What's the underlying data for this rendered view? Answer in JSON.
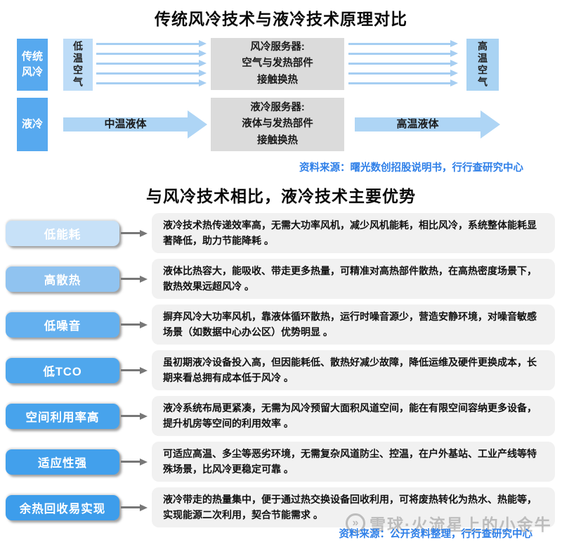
{
  "titles": {
    "principle": "传统风冷技术与液冷技术原理对比",
    "advantages": "与风冷技术相比，液冷技术主要优势"
  },
  "diagram": {
    "air": {
      "label": "传统风冷",
      "input": "低温空气",
      "server": "风冷服务器:\n空气与发热部件\n接触换热",
      "output": "高温空气"
    },
    "liquid": {
      "label": "液冷",
      "input_arrow": "中温液体",
      "server": "液冷服务器:\n液体与发热部件\n接触换热",
      "output_arrow": "高温液体"
    }
  },
  "sources": {
    "top": "资料来源：曙光数创招股说明书，行行查研究中心",
    "bottom": "资料来源：公开资料整理，行行查研究中心"
  },
  "advantages": [
    {
      "label": "低能耗",
      "color": "#C7E1F8",
      "text": "液冷技术热传递效率高，无需大功率风机，减少风机能耗，相比风冷，系统整体能耗显著降低，助力节能降耗 。"
    },
    {
      "label": "高散热",
      "color": "#90C3F0",
      "text": "液体比热容大，能吸收、带走更多热量，可精准对高热部件散热，在高热密度场景下，散热效果远超风冷 。"
    },
    {
      "label": "低噪音",
      "color": "#64B0EF",
      "text": "摒弃风冷大功率风机，靠液体循环散热，运行时噪音源少，营造安静环境，对噪音敏感场景（如数据中心办公区）优势明显 。"
    },
    {
      "label": "低TCO",
      "color": "#4FA7ED",
      "text": "虽初期液冷设备投入高，但因能耗低、散热好减少故障，降低运维及硬件更换成本，长期来看总拥有成本低于风冷 。"
    },
    {
      "label": "空间利用率高",
      "color": "#47A3EC",
      "text": "液冷系统布局更紧凑，无需为风冷预留大面积风道空间，能在有限空间容纳更多设备，提升机房等空间的利用效率 。"
    },
    {
      "label": "适应性强",
      "color": "#42A0EC",
      "text": "可适应高温、多尘等恶劣环境，无需复杂风道防尘、控温，在户外基站、工业产线等特殊场景，比风冷更稳定可靠 。"
    },
    {
      "label": "余热回收易实现",
      "color": "#3D9DEB",
      "text": "液冷带走的热量集中，便于通过热交换设备回收利用，可将废热转化为热水、热能等，实现能源二次利用，契合节能需求 。"
    }
  ],
  "watermark": {
    "logo_glyph": "»",
    "text": "雪球·火流星上的小金牛"
  },
  "colors": {
    "primary_blue": "#57A9EF",
    "input_light_blue": "#BDDCF7",
    "output_pale_blue": "#A9D3F3",
    "thin_arrow_blue": "#A6CEF2",
    "big_arrow_blue": "#AED5F5",
    "server_gray": "#DBDBDB",
    "desc_gray": "#F1F1F1",
    "source_blue": "#2E7FE8"
  }
}
